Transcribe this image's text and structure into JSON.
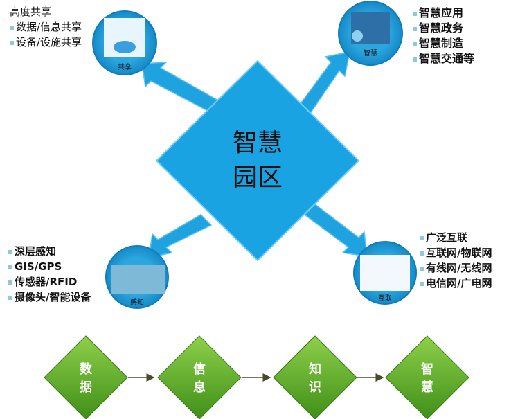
{
  "center": {
    "line1": "智慧",
    "line2": "园区"
  },
  "nodes": {
    "share": {
      "label": "共享",
      "title": "高度共享",
      "items": [
        "数据/信息共享",
        "设备/设施共享"
      ]
    },
    "smart": {
      "label": "智慧",
      "title": "智慧应用",
      "items": [
        "智慧政务",
        "智慧制造",
        "智慧交通等"
      ]
    },
    "sense": {
      "label": "感知",
      "title": "深层感知",
      "items": [
        "GIS/GPS",
        "传感器/RFID",
        "摄像头/智能设备"
      ]
    },
    "connect": {
      "label": "互联",
      "title": "广泛互联",
      "items": [
        "互联网/物联网",
        "有线网/无线网",
        "电信网/广电网"
      ]
    }
  },
  "flow": [
    {
      "a": "数",
      "b": "据"
    },
    {
      "a": "信",
      "b": "息"
    },
    {
      "a": "知",
      "b": "识"
    },
    {
      "a": "智",
      "b": "慧"
    }
  ],
  "colors": {
    "blue": "#1aa3e2",
    "green": "#5fb32a"
  }
}
